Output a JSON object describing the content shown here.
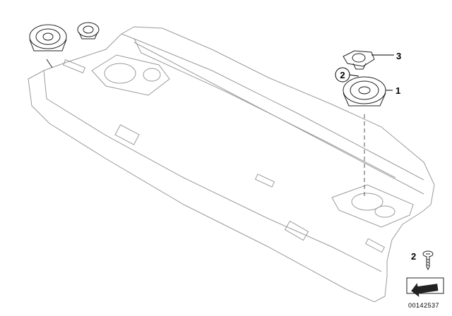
{
  "callouts": {
    "speaker": "1",
    "screw_circled": "2",
    "tweeter": "3",
    "screw_legend": "2"
  },
  "part_number": "00142537"
}
